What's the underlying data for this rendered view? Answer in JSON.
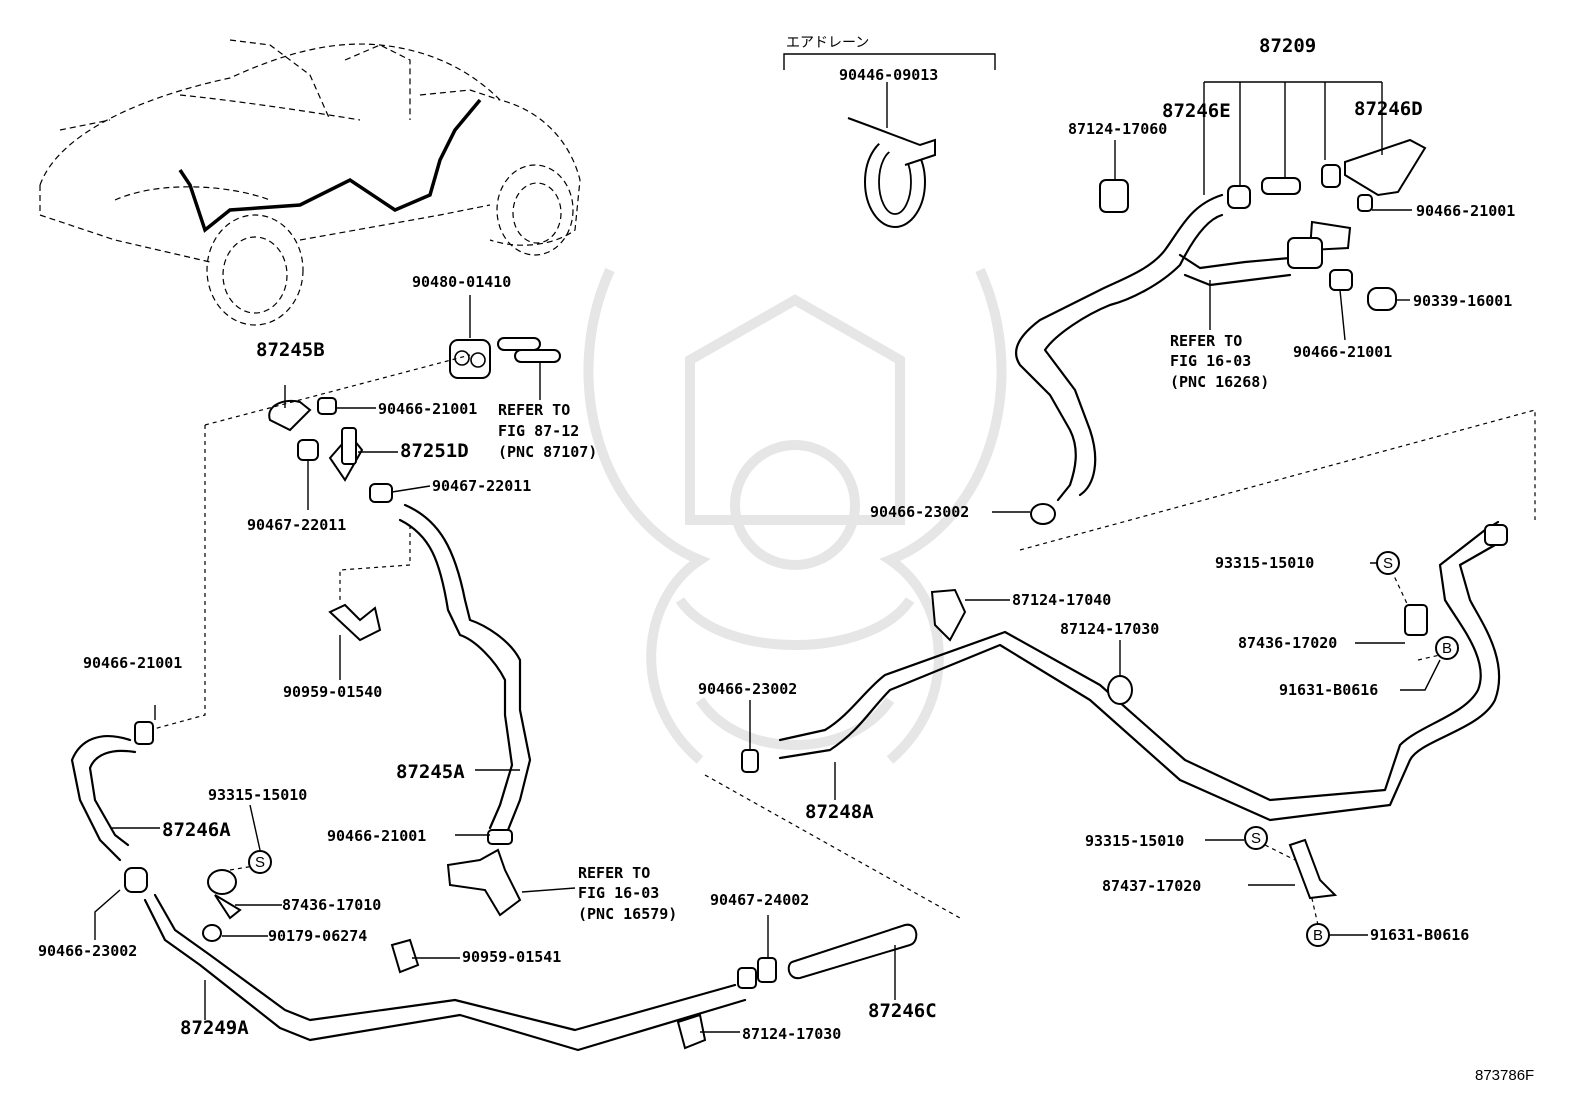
{
  "diagram_id": "873786F",
  "air_drain_label": "エアドレーン",
  "labels": {
    "p90446_09013": "90446-09013",
    "p87209": "87209",
    "p87246E": "87246E",
    "p87246D": "87246D",
    "p87124_17060": "87124-17060",
    "p90466_21001_tr": "90466-21001",
    "p90339_16001": "90339-16001",
    "p90466_21001_r2": "90466-21001",
    "refer_16268_a": "REFER TO",
    "refer_16268_b": "FIG 16-03",
    "refer_16268_c": "(PNC 16268)",
    "p90480_01410": "90480-01410",
    "p87245B": "87245B",
    "p90466_21001_t": "90466-21001",
    "refer_87107_a": "REFER TO",
    "refer_87107_b": "FIG 87-12",
    "refer_87107_c": "(PNC 87107)",
    "p87251D": "87251D",
    "p90467_22011_r": "90467-22011",
    "p90467_22011_l": "90467-22011",
    "p90466_23002_c": "90466-23002",
    "p93315_15010_r": "93315-15010",
    "p87124_17040": "87124-17040",
    "p87124_17030_m": "87124-17030",
    "p87436_17020": "87436-17020",
    "p91631_B0616_a": "91631-B0616",
    "p90959_01540": "90959-01540",
    "p90466_21001_l": "90466-21001",
    "p90466_23002_m": "90466-23002",
    "p87248A": "87248A",
    "p87245A": "87245A",
    "p93315_15010_l": "93315-15010",
    "p87246A": "87246A",
    "p90466_21001_b": "90466-21001",
    "refer_16579_a": "REFER TO",
    "refer_16579_b": "FIG 16-03",
    "refer_16579_c": "(PNC 16579)",
    "p93315_15010_b": "93315-15010",
    "p87437_17020": "87437-17020",
    "p91631_B0616_b": "91631-B0616",
    "p87436_17010": "87436-17010",
    "p90179_06274": "90179-06274",
    "p90959_01541": "90959-01541",
    "p90467_24002": "90467-24002",
    "p87246C": "87246C",
    "p90466_23002_l": "90466-23002",
    "p87249A": "87249A",
    "p87124_17030_b": "87124-17030"
  },
  "symbols": {
    "s": "S",
    "b": "B"
  }
}
